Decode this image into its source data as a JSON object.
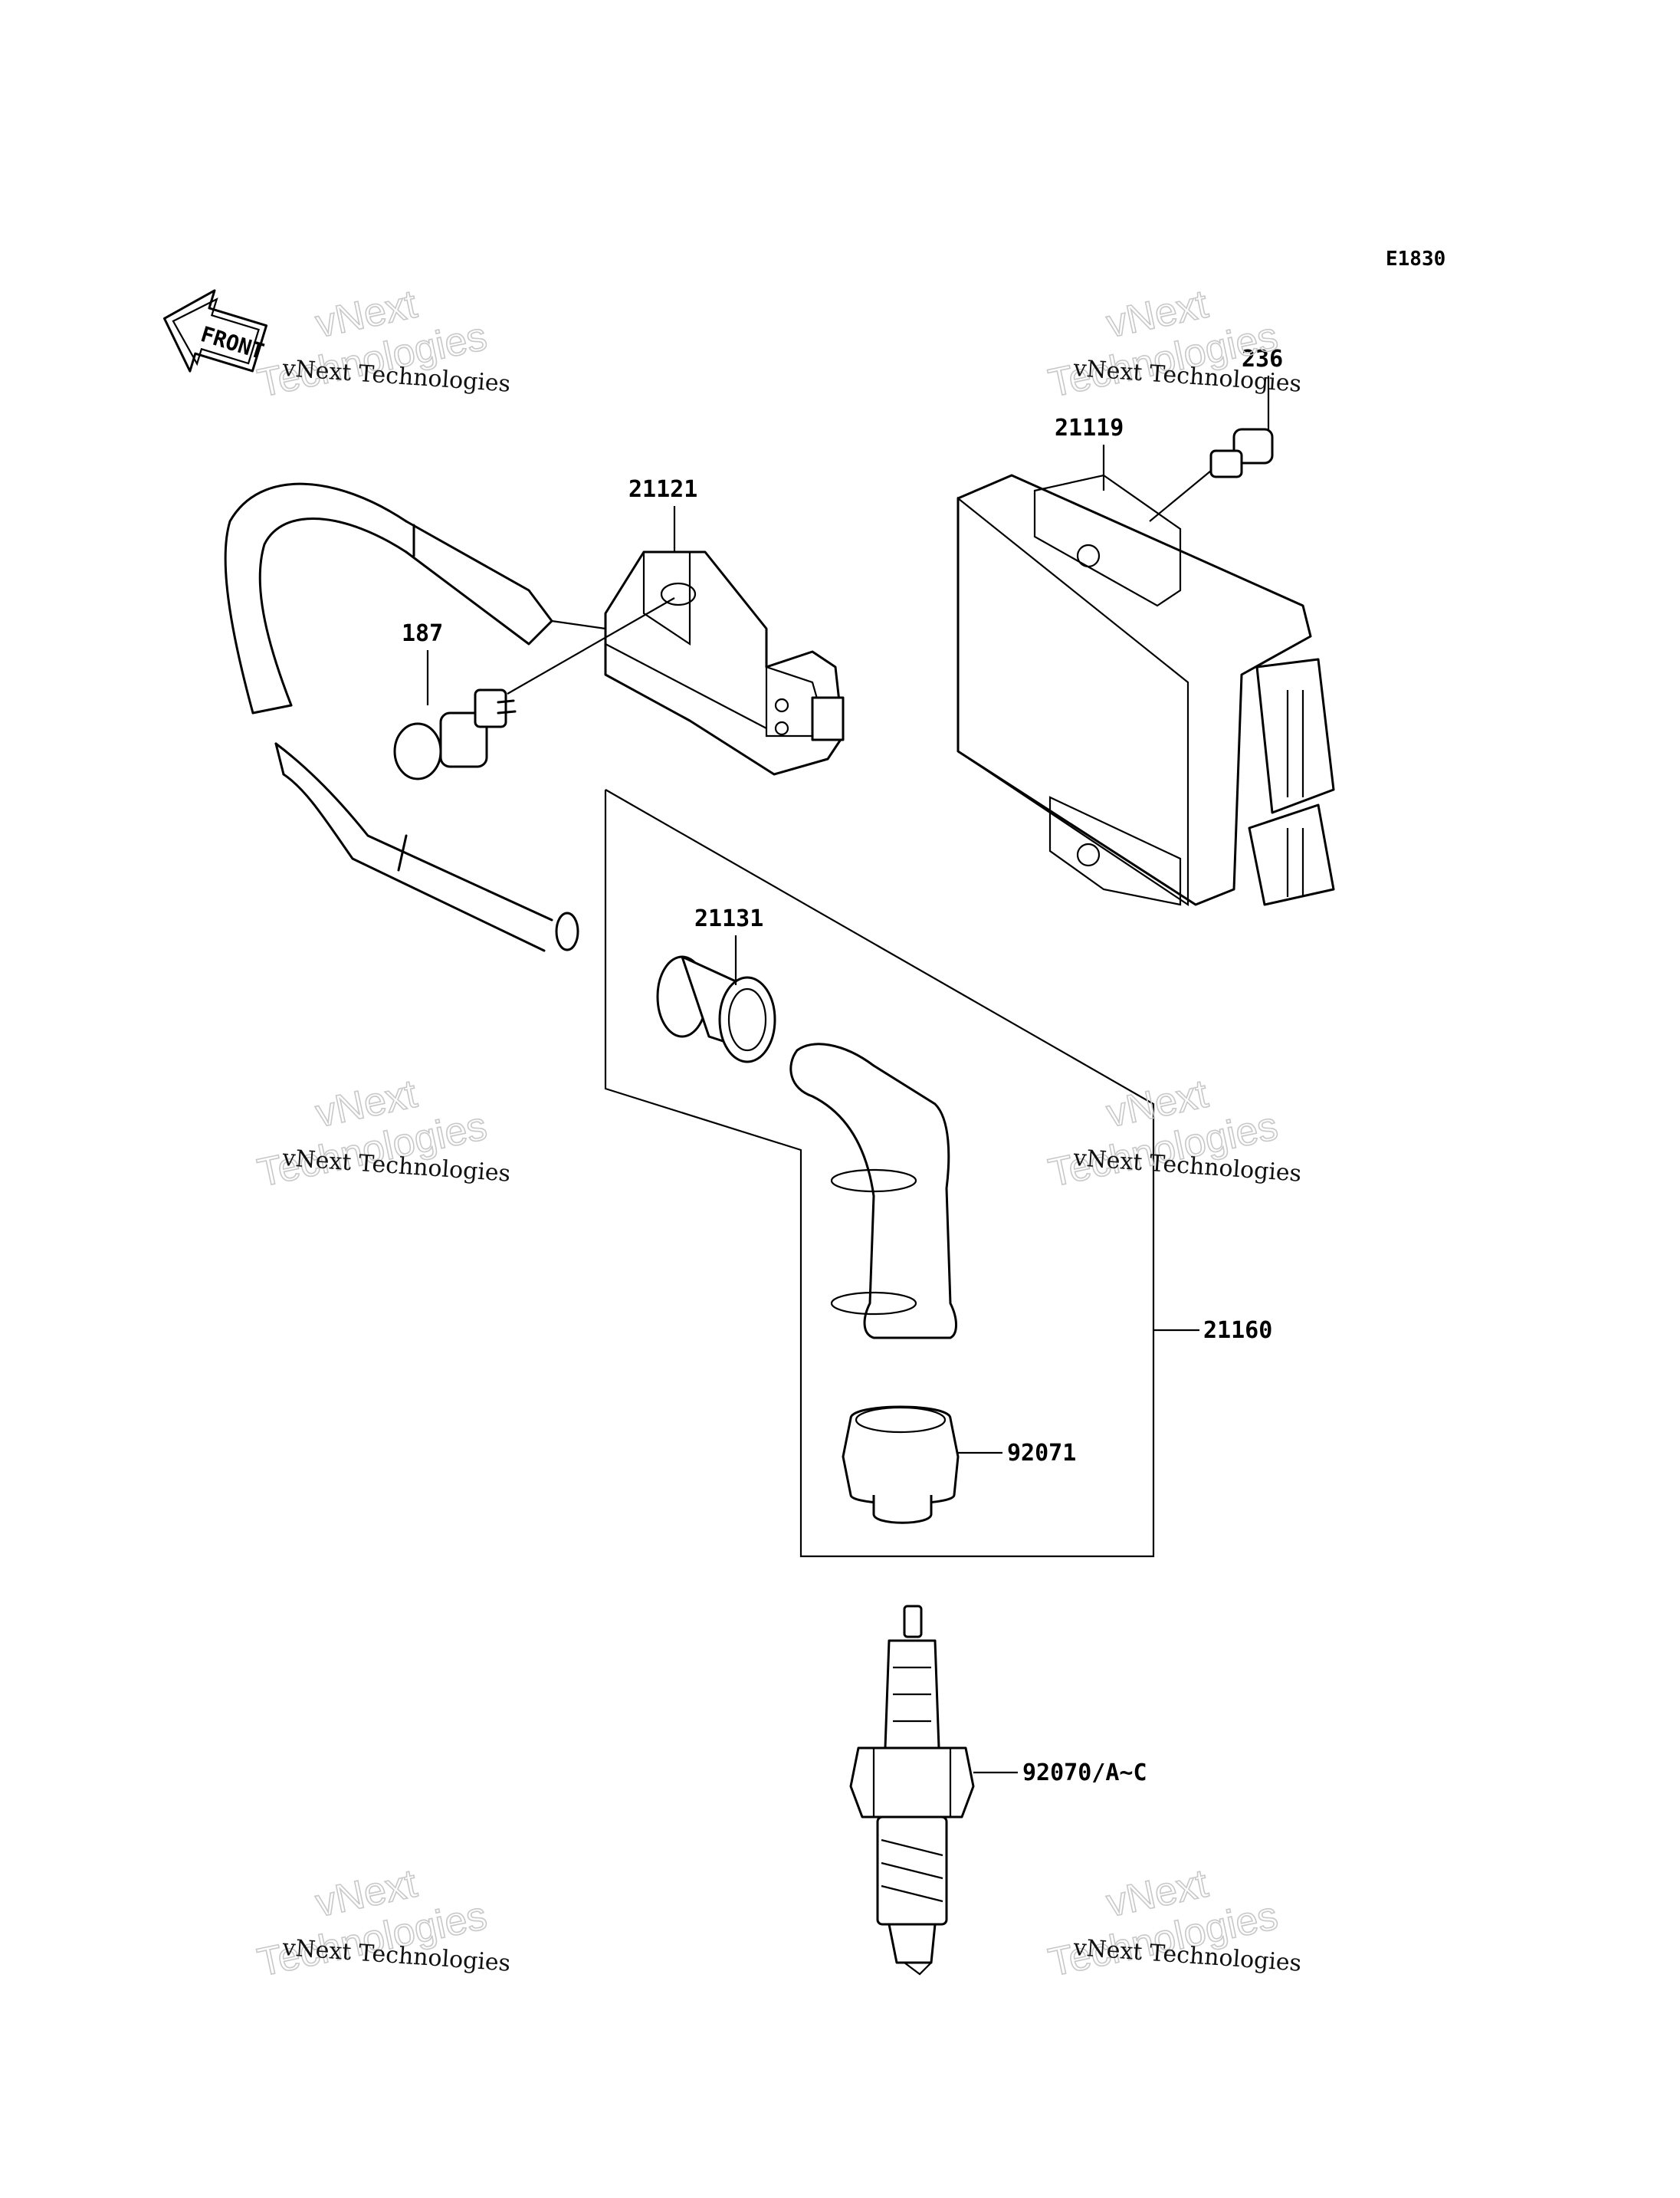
{
  "diagram": {
    "code": "E1830",
    "front_arrow_label": "FRONT",
    "watermark": {
      "line1": "vNext Technologies",
      "outline_top": "vNext",
      "outline_bottom": "Technologies"
    },
    "callouts": {
      "part_236": "236",
      "part_21119": "21119",
      "part_21121": "21121",
      "part_187": "187",
      "part_21131": "21131",
      "part_21160": "21160",
      "part_92071": "92071",
      "part_92070": "92070/A~C"
    }
  }
}
